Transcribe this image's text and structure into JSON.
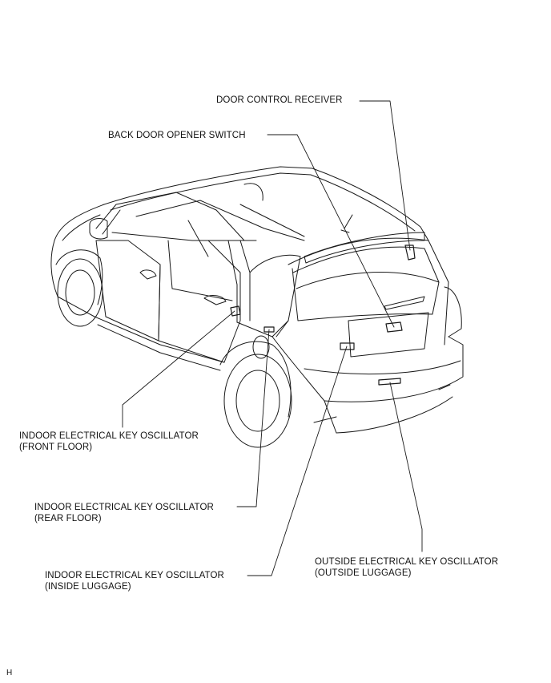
{
  "labels": {
    "door_control_receiver": "DOOR CONTROL RECEIVER",
    "back_door_opener_switch": "BACK DOOR OPENER SWITCH",
    "indoor_front": {
      "line1": "INDOOR ELECTRICAL KEY OSCILLATOR",
      "line2": "(FRONT FLOOR)"
    },
    "indoor_rear": {
      "line1": "INDOOR ELECTRICAL KEY OSCILLATOR",
      "line2": "(REAR FLOOR)"
    },
    "indoor_luggage": {
      "line1": "INDOOR ELECTRICAL KEY OSCILLATOR",
      "line2": "(INSIDE LUGGAGE)"
    },
    "outside_luggage": {
      "line1": "OUTSIDE ELECTRICAL KEY OSCILLATOR",
      "line2": "(OUTSIDE LUGGAGE)"
    }
  },
  "corner_mark": "H",
  "colors": {
    "line": "#1a1a1a",
    "background": "#ffffff"
  }
}
